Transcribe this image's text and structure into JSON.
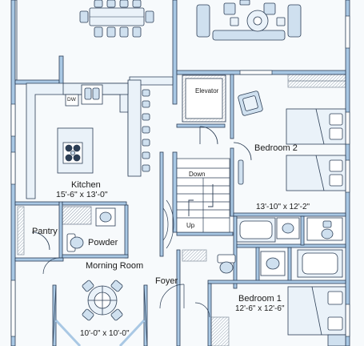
{
  "colors": {
    "wall_fill": "#a9c8e4",
    "wall_line": "#2c3e55",
    "fixture_fill": "#cfe0ef",
    "counter_fill": "#eaf2f9",
    "floor": "#f7fafc"
  },
  "rooms": {
    "kitchen": {
      "name": "Kitchen",
      "dims": "15'-6\" x 13'-0\""
    },
    "bedroom2": {
      "name": "Bedroom 2",
      "dims": "13'-10\" x 12'-2\""
    },
    "bedroom1": {
      "name": "Bedroom 1",
      "dims": "12'-6\" x 12'-6\""
    },
    "morning_room": {
      "name": "Morning Room",
      "dims": "10'-0\" x 10'-0\""
    },
    "pantry": {
      "name": "Pantry"
    },
    "powder": {
      "name": "Powder"
    },
    "foyer": {
      "name": "Foyer"
    },
    "elevator": {
      "name": "Elevator"
    }
  },
  "stairs": {
    "down_label": "Down",
    "up_label": "Up"
  },
  "appliances": {
    "dishwasher_label": "DW"
  }
}
